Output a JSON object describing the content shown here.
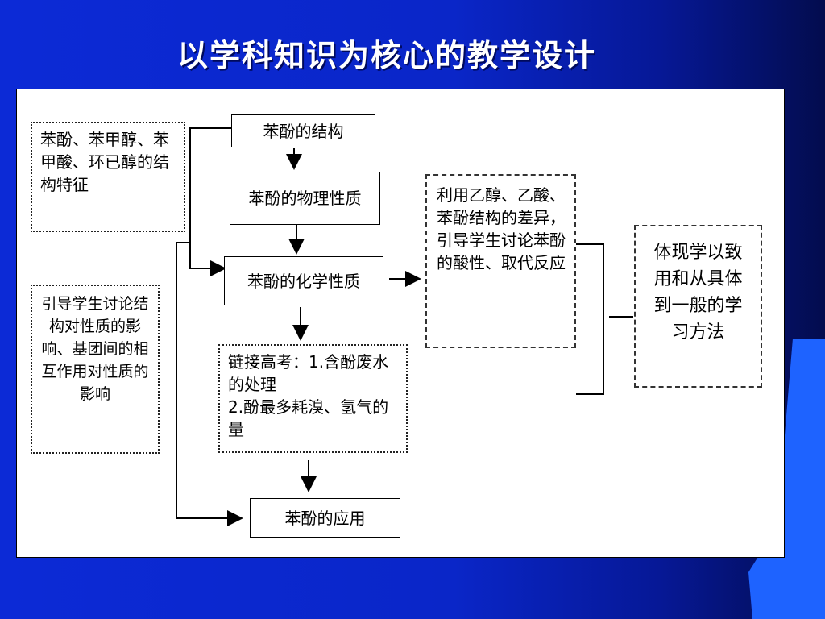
{
  "slide": {
    "title": "以学科知识为核心的教学设计"
  },
  "diagram": {
    "left_top_note": "苯酚、苯甲醇、苯甲酸、环已醇的结构特征",
    "left_bottom_note": "引导学生讨论结构对性质的影响、基团间的相互作用对性质的影响",
    "node_structure": "苯酚的结构",
    "node_physical": "苯酚的物理性质",
    "node_chemical": "苯酚的化学性质",
    "node_exam": "链接高考：1.含酚废水的处理\n2.酚最多耗溴、氢气的量",
    "node_application": "苯酚的应用",
    "right_note": "利用乙醇、乙酸、苯酚结构的差异，引导学生讨论苯酚的酸性、取代反应",
    "far_right_note": "体现学以致用和从具体到一般的学习方法"
  },
  "colors": {
    "background": "#0a26c8",
    "title_text": "#ffffff",
    "accent_shape": "#1e63ff"
  }
}
